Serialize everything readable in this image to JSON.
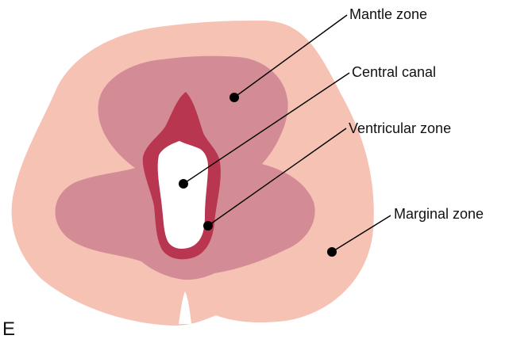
{
  "panel_label": "E",
  "labels": {
    "mantle_zone": "Mantle zone",
    "central_canal": "Central canal",
    "ventricular_zone": "Ventricular zone",
    "marginal_zone": "Marginal zone"
  },
  "colors": {
    "marginal_zone": "#f5c2b4",
    "mantle_zone": "#d38c96",
    "ventricular_zone": "#b8364f",
    "central_canal": "#ffffff",
    "leader_lines": "#000000"
  }
}
